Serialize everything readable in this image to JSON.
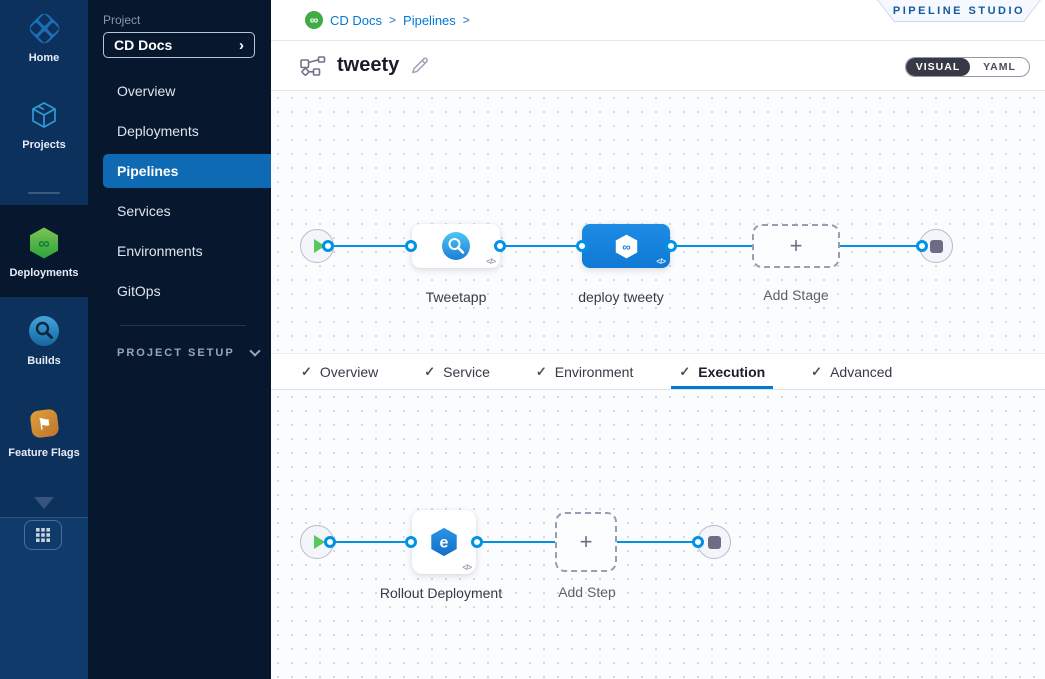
{
  "icons": {
    "check": "✓",
    "plus": "+",
    "code": "</>",
    "infinity": "∞",
    "chevron_right": "›",
    "breadcrumb_sep": ">",
    "flag": "⚑",
    "rollout_glyph": "e"
  },
  "colors": {
    "accent_blue": "#0278d5",
    "connector_blue": "#0092e4",
    "rail_bg": "#0c315c",
    "panel_bg": "#07182e",
    "nav_selected": "#0f6ab4",
    "stage_selected": "#1684dd",
    "deploy_green": "#42ab45",
    "canvas_bg": "#fbfcfe"
  },
  "rail": {
    "items": [
      {
        "label": "Home"
      },
      {
        "label": "Projects"
      },
      {
        "label": "Deployments",
        "selected": true
      },
      {
        "label": "Builds"
      },
      {
        "label": "Feature Flags"
      }
    ]
  },
  "project_nav": {
    "section_label": "Project",
    "project_name": "CD Docs",
    "items": [
      {
        "label": "Overview"
      },
      {
        "label": "Deployments"
      },
      {
        "label": "Pipelines",
        "selected": true
      },
      {
        "label": "Services"
      },
      {
        "label": "Environments"
      },
      {
        "label": "GitOps"
      }
    ],
    "setup_label": "PROJECT SETUP"
  },
  "header": {
    "breadcrumb": {
      "project": "CD Docs",
      "section": "Pipelines"
    },
    "studio_badge": "PIPELINE STUDIO",
    "title": "tweety",
    "toggle": {
      "visual": "VISUAL",
      "yaml": "YAML",
      "selected": "VISUAL"
    }
  },
  "stage_pipeline": {
    "stages": [
      {
        "name": "Tweetapp",
        "type": "build"
      },
      {
        "name": "deploy tweety",
        "type": "deploy",
        "selected": true
      }
    ],
    "add_stage_label": "Add Stage"
  },
  "tabs": [
    {
      "label": "Overview"
    },
    {
      "label": "Service"
    },
    {
      "label": "Environment"
    },
    {
      "label": "Execution",
      "active": true
    },
    {
      "label": "Advanced"
    }
  ],
  "execution": {
    "steps": [
      {
        "name": "Rollout Deployment"
      }
    ],
    "add_step_label": "Add Step"
  }
}
